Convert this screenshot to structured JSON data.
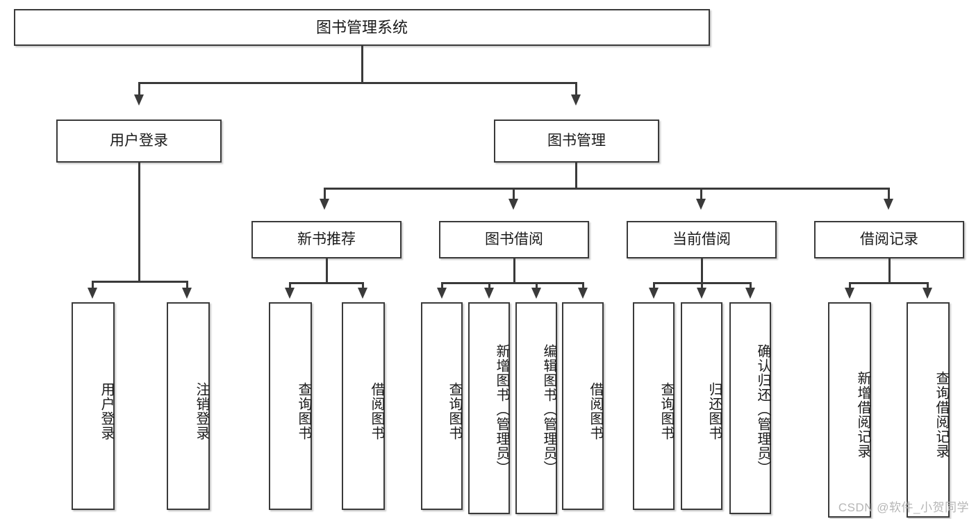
{
  "diagram": {
    "title": "图书管理系统",
    "type": "tree",
    "watermark": "CSDN @软件_小贺同学",
    "colors": {
      "box_border": "#3a3a3a",
      "box_fill": "#ffffff",
      "connector": "#3a3a3a",
      "text": "#1a1a1a",
      "watermark": "#b6b6b6",
      "background": "#ffffff"
    },
    "root": {
      "label": "图书管理系统"
    },
    "level2": [
      {
        "label": "用户登录"
      },
      {
        "label": "图书管理"
      }
    ],
    "level3": [
      {
        "label": "新书推荐"
      },
      {
        "label": "图书借阅"
      },
      {
        "label": "当前借阅"
      },
      {
        "label": "借阅记录"
      }
    ],
    "leaves": {
      "user_login": [
        {
          "label": "用户登录"
        },
        {
          "label": "注销登录"
        }
      ],
      "new_book_recommend": [
        {
          "label": "查询图书"
        },
        {
          "label": "借阅图书"
        }
      ],
      "book_borrow": [
        {
          "label": "查询图书"
        },
        {
          "label": "新增图书（管理员）"
        },
        {
          "label": "编辑图书（管理员）"
        },
        {
          "label": "借阅图书"
        }
      ],
      "current_borrow": [
        {
          "label": "查询图书"
        },
        {
          "label": "归还图书"
        },
        {
          "label": "确认归还（管理员）"
        }
      ],
      "borrow_records": [
        {
          "label": "新增借阅记录"
        },
        {
          "label": "查询借阅记录"
        }
      ]
    }
  }
}
